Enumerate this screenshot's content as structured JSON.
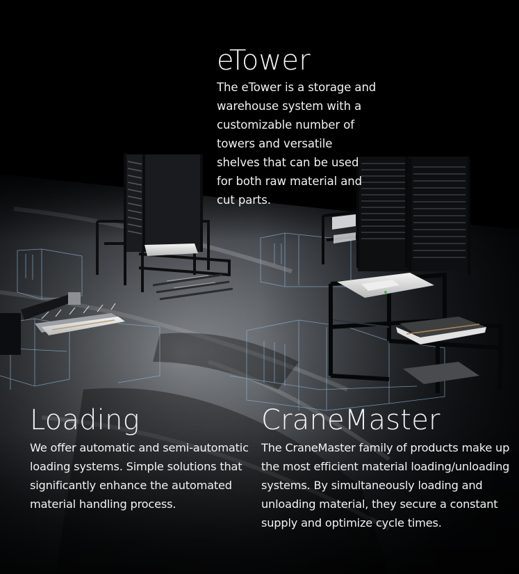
{
  "sections": {
    "etower": {
      "title": "eTower",
      "description": "The eTower is a storage and warehouse system with a customizable number of towers and versatile shelves that can be used for both raw material and cut parts."
    },
    "loading": {
      "title": "Loading",
      "description": "We offer automatic and semi-automatic loading systems. Simple solutions that significantly enhance the automated material handling process."
    },
    "cranemaster": {
      "title": "CraneMaster",
      "description": "The CraneMaster family of products make up the most efficient material loading/unloading systems. By simultaneously loading and unloading material, they secure a constant supply and optimize cycle times."
    }
  },
  "colors": {
    "background": "#000000",
    "text": "#f2f2f2",
    "blueprint": "#8fb6d8"
  }
}
